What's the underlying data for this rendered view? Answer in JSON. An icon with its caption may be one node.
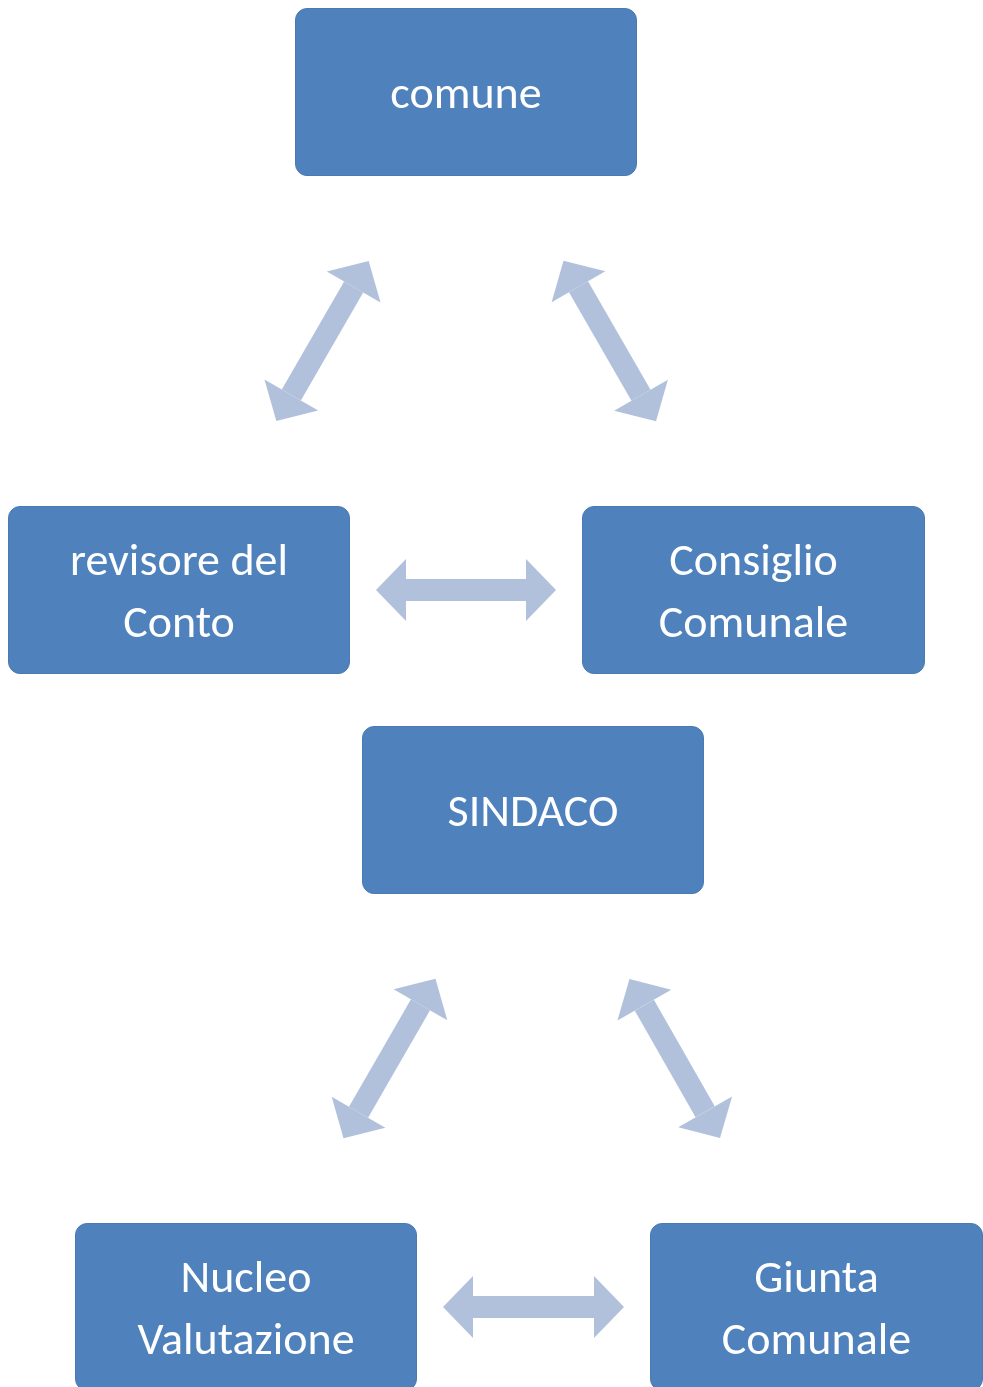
{
  "diagram": {
    "nodes": [
      {
        "text": [
          "comune"
        ]
      },
      {
        "text": [
          "revisore del Conto"
        ]
      },
      {
        "text": [
          "Consiglio Comunale"
        ]
      },
      {
        "text": [
          "SINDACO"
        ]
      },
      {
        "text": [
          "Nucleo Valutazione"
        ]
      },
      {
        "text": [
          "Giunta Comunale"
        ]
      }
    ],
    "edges": [
      {
        "from": 0,
        "to": 1,
        "arrow": "both"
      },
      {
        "from": 0,
        "to": 2,
        "arrow": "both"
      },
      {
        "from": 1,
        "to": 2,
        "arrow": "both"
      },
      {
        "from": 3,
        "to": 4,
        "arrow": "both"
      },
      {
        "from": 3,
        "to": 5,
        "arrow": "both"
      },
      {
        "from": 4,
        "to": 5,
        "arrow": "both"
      }
    ]
  }
}
